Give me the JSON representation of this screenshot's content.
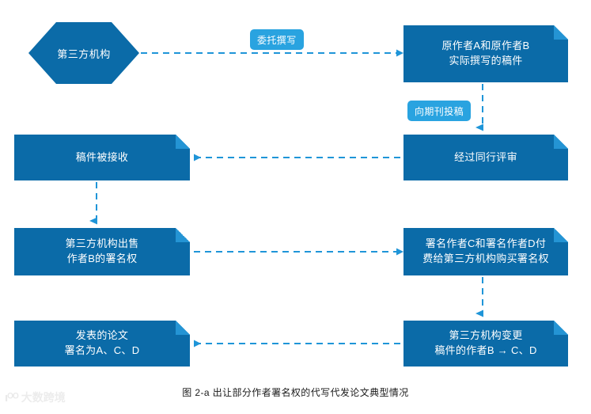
{
  "figure": {
    "caption": "图 2-a  出让部分作者署名权的代写代发论文典型情况",
    "colors": {
      "node_fill": "#0b6ba8",
      "node_fold": "#2494d4",
      "badge_fill": "#29a3e0",
      "edge": "#1f95d8",
      "text": "#ffffff",
      "background": "#ffffff"
    }
  },
  "nodes": {
    "third_party_agency": "第三方机构",
    "original_authors_manuscript": "原作者A和原作者B\n实际撰写的稿件",
    "manuscript_accepted": "稿件被接收",
    "peer_reviewed": "经过同行评审",
    "agency_sells_authorship": "第三方机构出售\n作者B的署名权",
    "buyers_pay_agency": "署名作者C和署名作者D付\n费给第三方机构购买署名权",
    "published_paper": "发表的论文\n署名为A、C、D",
    "agency_changes_author": "第三方机构变更\n稿件的作者B → C、D"
  },
  "edge_labels": {
    "commission_writing": "委托撰写",
    "submit_to_journal": "向期刊投稿"
  },
  "watermark": {
    "mark": "ıᴼᴼ",
    "text": "大数跨境"
  }
}
